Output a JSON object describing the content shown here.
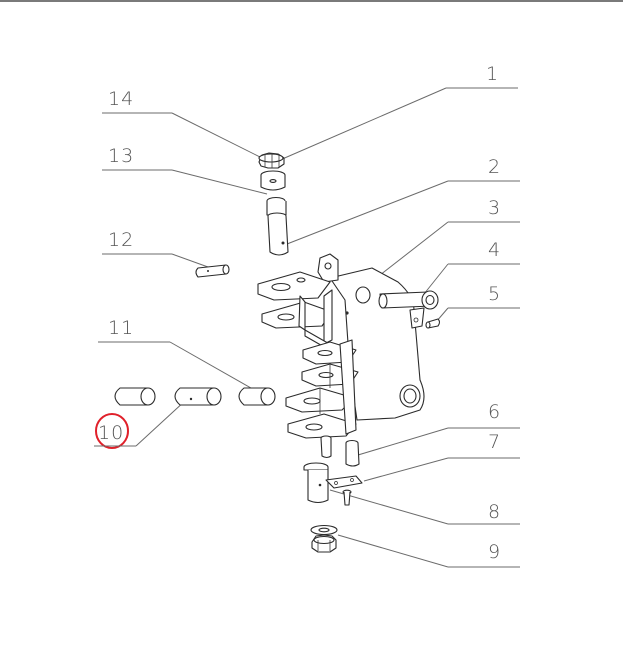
{
  "callouts": [
    {
      "id": "1",
      "label": "1"
    },
    {
      "id": "2",
      "label": "2"
    },
    {
      "id": "3",
      "label": "3"
    },
    {
      "id": "4",
      "label": "4"
    },
    {
      "id": "5",
      "label": "5"
    },
    {
      "id": "6",
      "label": "6"
    },
    {
      "id": "7",
      "label": "7"
    },
    {
      "id": "8",
      "label": "8"
    },
    {
      "id": "9",
      "label": "9"
    },
    {
      "id": "10",
      "label": "10"
    },
    {
      "id": "11",
      "label": "11"
    },
    {
      "id": "12",
      "label": "12"
    },
    {
      "id": "13",
      "label": "13"
    },
    {
      "id": "14",
      "label": "14"
    }
  ],
  "highlight": {
    "callout": "10",
    "color": "#e0202a"
  },
  "colors": {
    "line": "#2b2b2b",
    "label": "#555555",
    "rule": "#7a7a7a"
  }
}
